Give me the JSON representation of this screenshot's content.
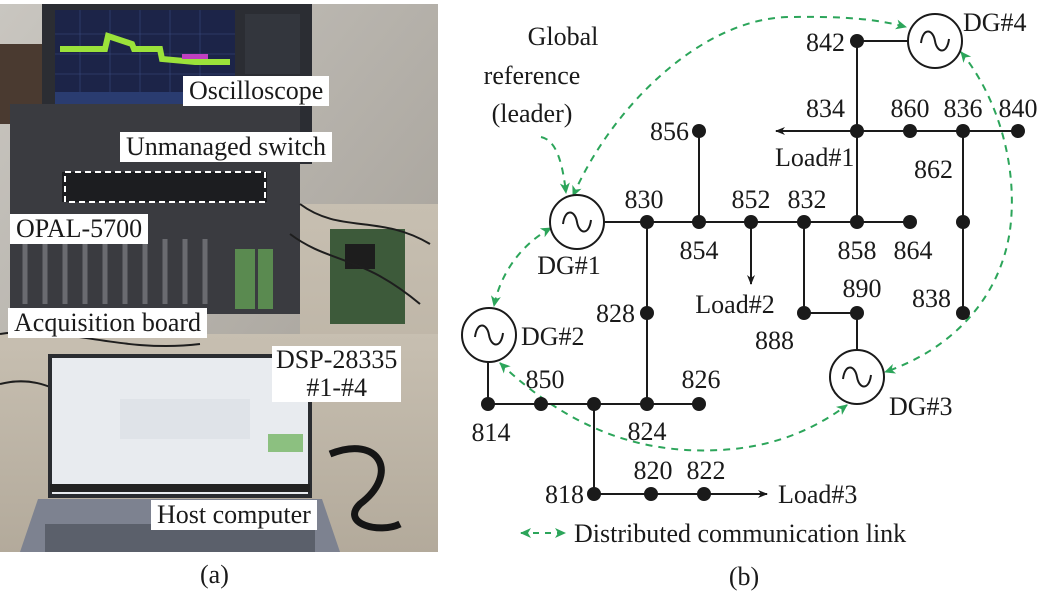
{
  "panel_a": {
    "caption": "(a)",
    "labels": {
      "oscilloscope": "Oscilloscope",
      "switch": "Unmanaged switch",
      "opal": "OPAL-5700",
      "acquisition": "Acquisition board",
      "dsp_line1": "DSP-28335",
      "dsp_line2": "#1-#4",
      "host": "Host computer"
    }
  },
  "panel_b": {
    "caption": "(b)",
    "global_ref": [
      "Global",
      "reference",
      "(leader)"
    ],
    "legend": "Distributed communication link",
    "colors": {
      "line": "#1a1a1a",
      "comm": "#2ca55a"
    },
    "buses": [
      {
        "id": "842",
        "label": "842"
      },
      {
        "id": "834",
        "label": "834"
      },
      {
        "id": "860",
        "label": "860"
      },
      {
        "id": "836",
        "label": "836"
      },
      {
        "id": "840",
        "label": "840"
      },
      {
        "id": "856",
        "label": "856"
      },
      {
        "id": "830",
        "label": "830"
      },
      {
        "id": "854",
        "label": "854"
      },
      {
        "id": "852",
        "label": "852"
      },
      {
        "id": "832",
        "label": "832"
      },
      {
        "id": "858",
        "label": "858"
      },
      {
        "id": "864",
        "label": "864"
      },
      {
        "id": "862",
        "label": "862"
      },
      {
        "id": "838",
        "label": "838"
      },
      {
        "id": "828",
        "label": "828"
      },
      {
        "id": "888",
        "label": "888"
      },
      {
        "id": "890",
        "label": "890"
      },
      {
        "id": "814",
        "label": "814"
      },
      {
        "id": "850",
        "label": "850"
      },
      {
        "id": "816",
        "label": ""
      },
      {
        "id": "824",
        "label": "824"
      },
      {
        "id": "826",
        "label": "826"
      },
      {
        "id": "818",
        "label": "818"
      },
      {
        "id": "820",
        "label": "820"
      },
      {
        "id": "822",
        "label": "822"
      }
    ],
    "generators": [
      {
        "id": "DG1",
        "label": "DG#1"
      },
      {
        "id": "DG2",
        "label": "DG#2"
      },
      {
        "id": "DG3",
        "label": "DG#3"
      },
      {
        "id": "DG4",
        "label": "DG#4"
      }
    ],
    "loads": [
      {
        "id": "L1",
        "label": "Load#1",
        "bus": "834"
      },
      {
        "id": "L2",
        "label": "Load#2",
        "bus": "852"
      },
      {
        "id": "L3",
        "label": "Load#3",
        "bus": "822"
      }
    ],
    "lines": [
      [
        "842",
        "DG4"
      ],
      [
        "842",
        "834"
      ],
      [
        "834",
        "860"
      ],
      [
        "860",
        "836"
      ],
      [
        "836",
        "840"
      ],
      [
        "834",
        "858"
      ],
      [
        "836",
        "862"
      ],
      [
        "862",
        "838"
      ],
      [
        "DG1",
        "830"
      ],
      [
        "830",
        "854"
      ],
      [
        "854",
        "852"
      ],
      [
        "852",
        "832"
      ],
      [
        "832",
        "858"
      ],
      [
        "858",
        "864"
      ],
      [
        "854",
        "856"
      ],
      [
        "830",
        "828"
      ],
      [
        "828",
        "824"
      ],
      [
        "832",
        "888"
      ],
      [
        "888",
        "890"
      ],
      [
        "890",
        "DG3"
      ],
      [
        "DG2",
        "814"
      ],
      [
        "814",
        "850"
      ],
      [
        "850",
        "816"
      ],
      [
        "816",
        "824"
      ],
      [
        "824",
        "826"
      ],
      [
        "816",
        "818"
      ],
      [
        "818",
        "820"
      ],
      [
        "820",
        "822"
      ]
    ],
    "comm_links": [
      [
        "DG1",
        "DG4"
      ],
      [
        "DG1",
        "DG2"
      ],
      [
        "DG2",
        "DG3"
      ],
      [
        "DG4",
        "DG3"
      ],
      [
        "leader",
        "DG1"
      ]
    ]
  }
}
